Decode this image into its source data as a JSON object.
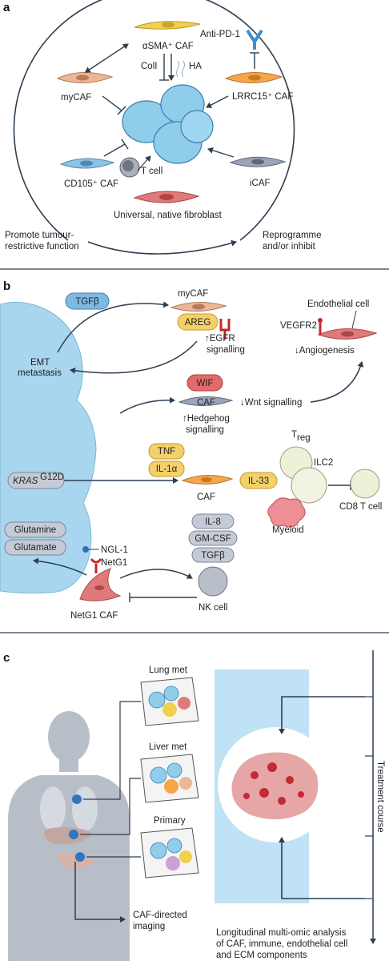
{
  "panel_a": {
    "label": "a",
    "top_caf": "αSMA⁺ CAF",
    "coll": "ColI",
    "ha": "HA",
    "anti_pd1": "Anti-PD-1",
    "mycaf": "myCAF",
    "lrrc15": "LRRC15⁺ CAF",
    "cd105": "CD105⁺ CAF",
    "tcell": "T cell",
    "icaf": "iCAF",
    "universal": "Universal, native fibroblast",
    "promote_1": "Promote tumour-",
    "promote_2": "restrictive function",
    "reprog_1": "Reprogramme",
    "reprog_2": "and/or inhibit"
  },
  "panel_b": {
    "label": "b",
    "tgfb_top": "TGFβ",
    "mycaf": "myCAF",
    "areg": "AREG",
    "egfr_1": "↑EGFR",
    "egfr_2": "signalling",
    "emt_1": "EMT",
    "emt_2": "metastasis",
    "endothelial": "Endothelial cell",
    "vegfr2": "VEGFR2",
    "angio": "↓Angiogenesis",
    "wif": "WIF",
    "caf_mid": "CAF",
    "wnt": "↓Wnt signalling",
    "hh_1": "↑Hedgehog",
    "hh_2": "signalling",
    "tnf": "TNF",
    "il1a": "IL-1α",
    "kras": "KRAS",
    "kras_sup": "G12D",
    "caf_low": "CAF",
    "il33": "IL-33",
    "treg": "T",
    "treg_sub": "reg",
    "ilc2": "ILC2",
    "myeloid": "Myeloid",
    "cd8": "CD8 T cell",
    "glutamine": "Glutamine",
    "glutamate": "Glutamate",
    "ngl1": "NGL-1",
    "netg1": "NetG1",
    "netg1_caf": "NetG1 CAF",
    "il8": "IL-8",
    "gmcsf": "GM-CSF",
    "tgfb_low": "TGFβ",
    "nk": "NK cell"
  },
  "panel_c": {
    "label": "c",
    "lung": "Lung met",
    "liver": "Liver met",
    "primary": "Primary",
    "imaging_1": "CAF-directed",
    "imaging_2": "imaging",
    "treatment": "Treatment course",
    "long_1": "Longitudinal multi-omic analysis",
    "long_2": "of CAF, immune, endothelial cell",
    "long_3": "and ECM components"
  },
  "colors": {
    "tumour_blue": "#a9d6ef",
    "tumour_cell": "#8fcdeb",
    "caf_peach": "#eab797",
    "caf_orange": "#f6a64a",
    "caf_yellow": "#f2d04e",
    "caf_blue": "#8fc3e6",
    "caf_grey": "#9aa6b8",
    "caf_red": "#e07a7a",
    "pill_blue": "#7eb9e5",
    "pill_yellow": "#f4d06b",
    "pill_red": "#e46a6a",
    "pill_grey": "#c5cbd6",
    "receptor_red": "#c0282d",
    "antibody_blue": "#3d8fd1",
    "panel_c_bg": "#bfe2f5"
  }
}
